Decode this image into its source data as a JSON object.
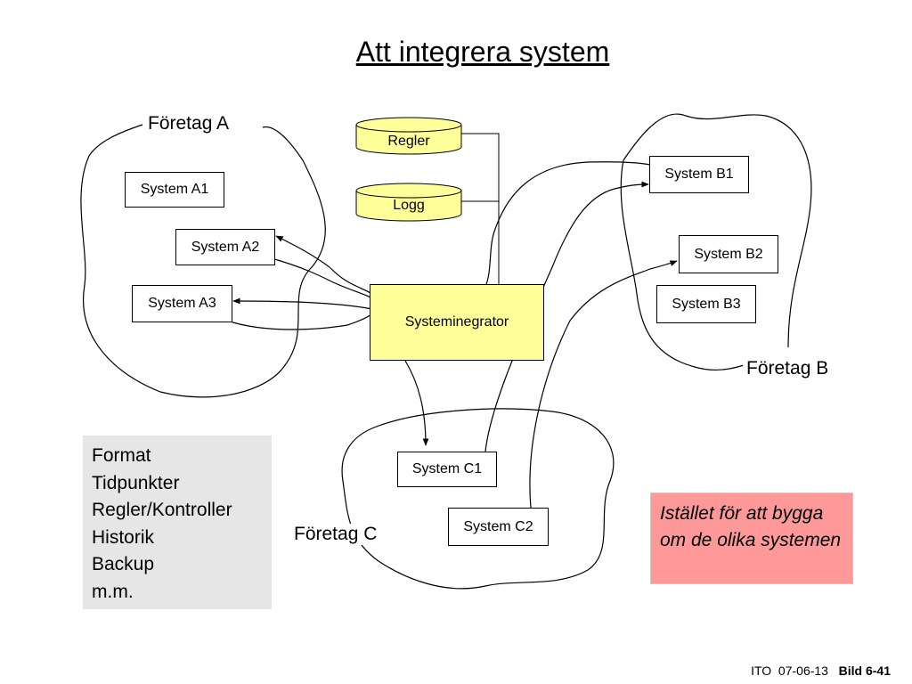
{
  "title": "Att integrera system",
  "companies": {
    "a": "Företag A",
    "b": "Företag B",
    "c": "Företag C"
  },
  "systems": {
    "a1": "System A1",
    "a2": "System A2",
    "a3": "System A3",
    "b1": "System B1",
    "b2": "System B2",
    "b3": "System B3",
    "c1": "System C1",
    "c2": "System C2"
  },
  "databases": {
    "regler": "Regler",
    "logg": "Logg"
  },
  "integrator": "Systeminegrator",
  "info_items": [
    "Format",
    "Tidpunkter",
    "Regler/Kontroller",
    "Historik",
    "Backup",
    "m.m."
  ],
  "note": "Istället för att bygga om de olika systemen",
  "footer": {
    "course": "ITO",
    "date": "07-06-13",
    "slide": "Bild 6-41"
  },
  "colors": {
    "integrator": "#ffff99",
    "database": "#ffff99",
    "info_box": "#e6e6e6",
    "note_box": "#ff9999"
  }
}
